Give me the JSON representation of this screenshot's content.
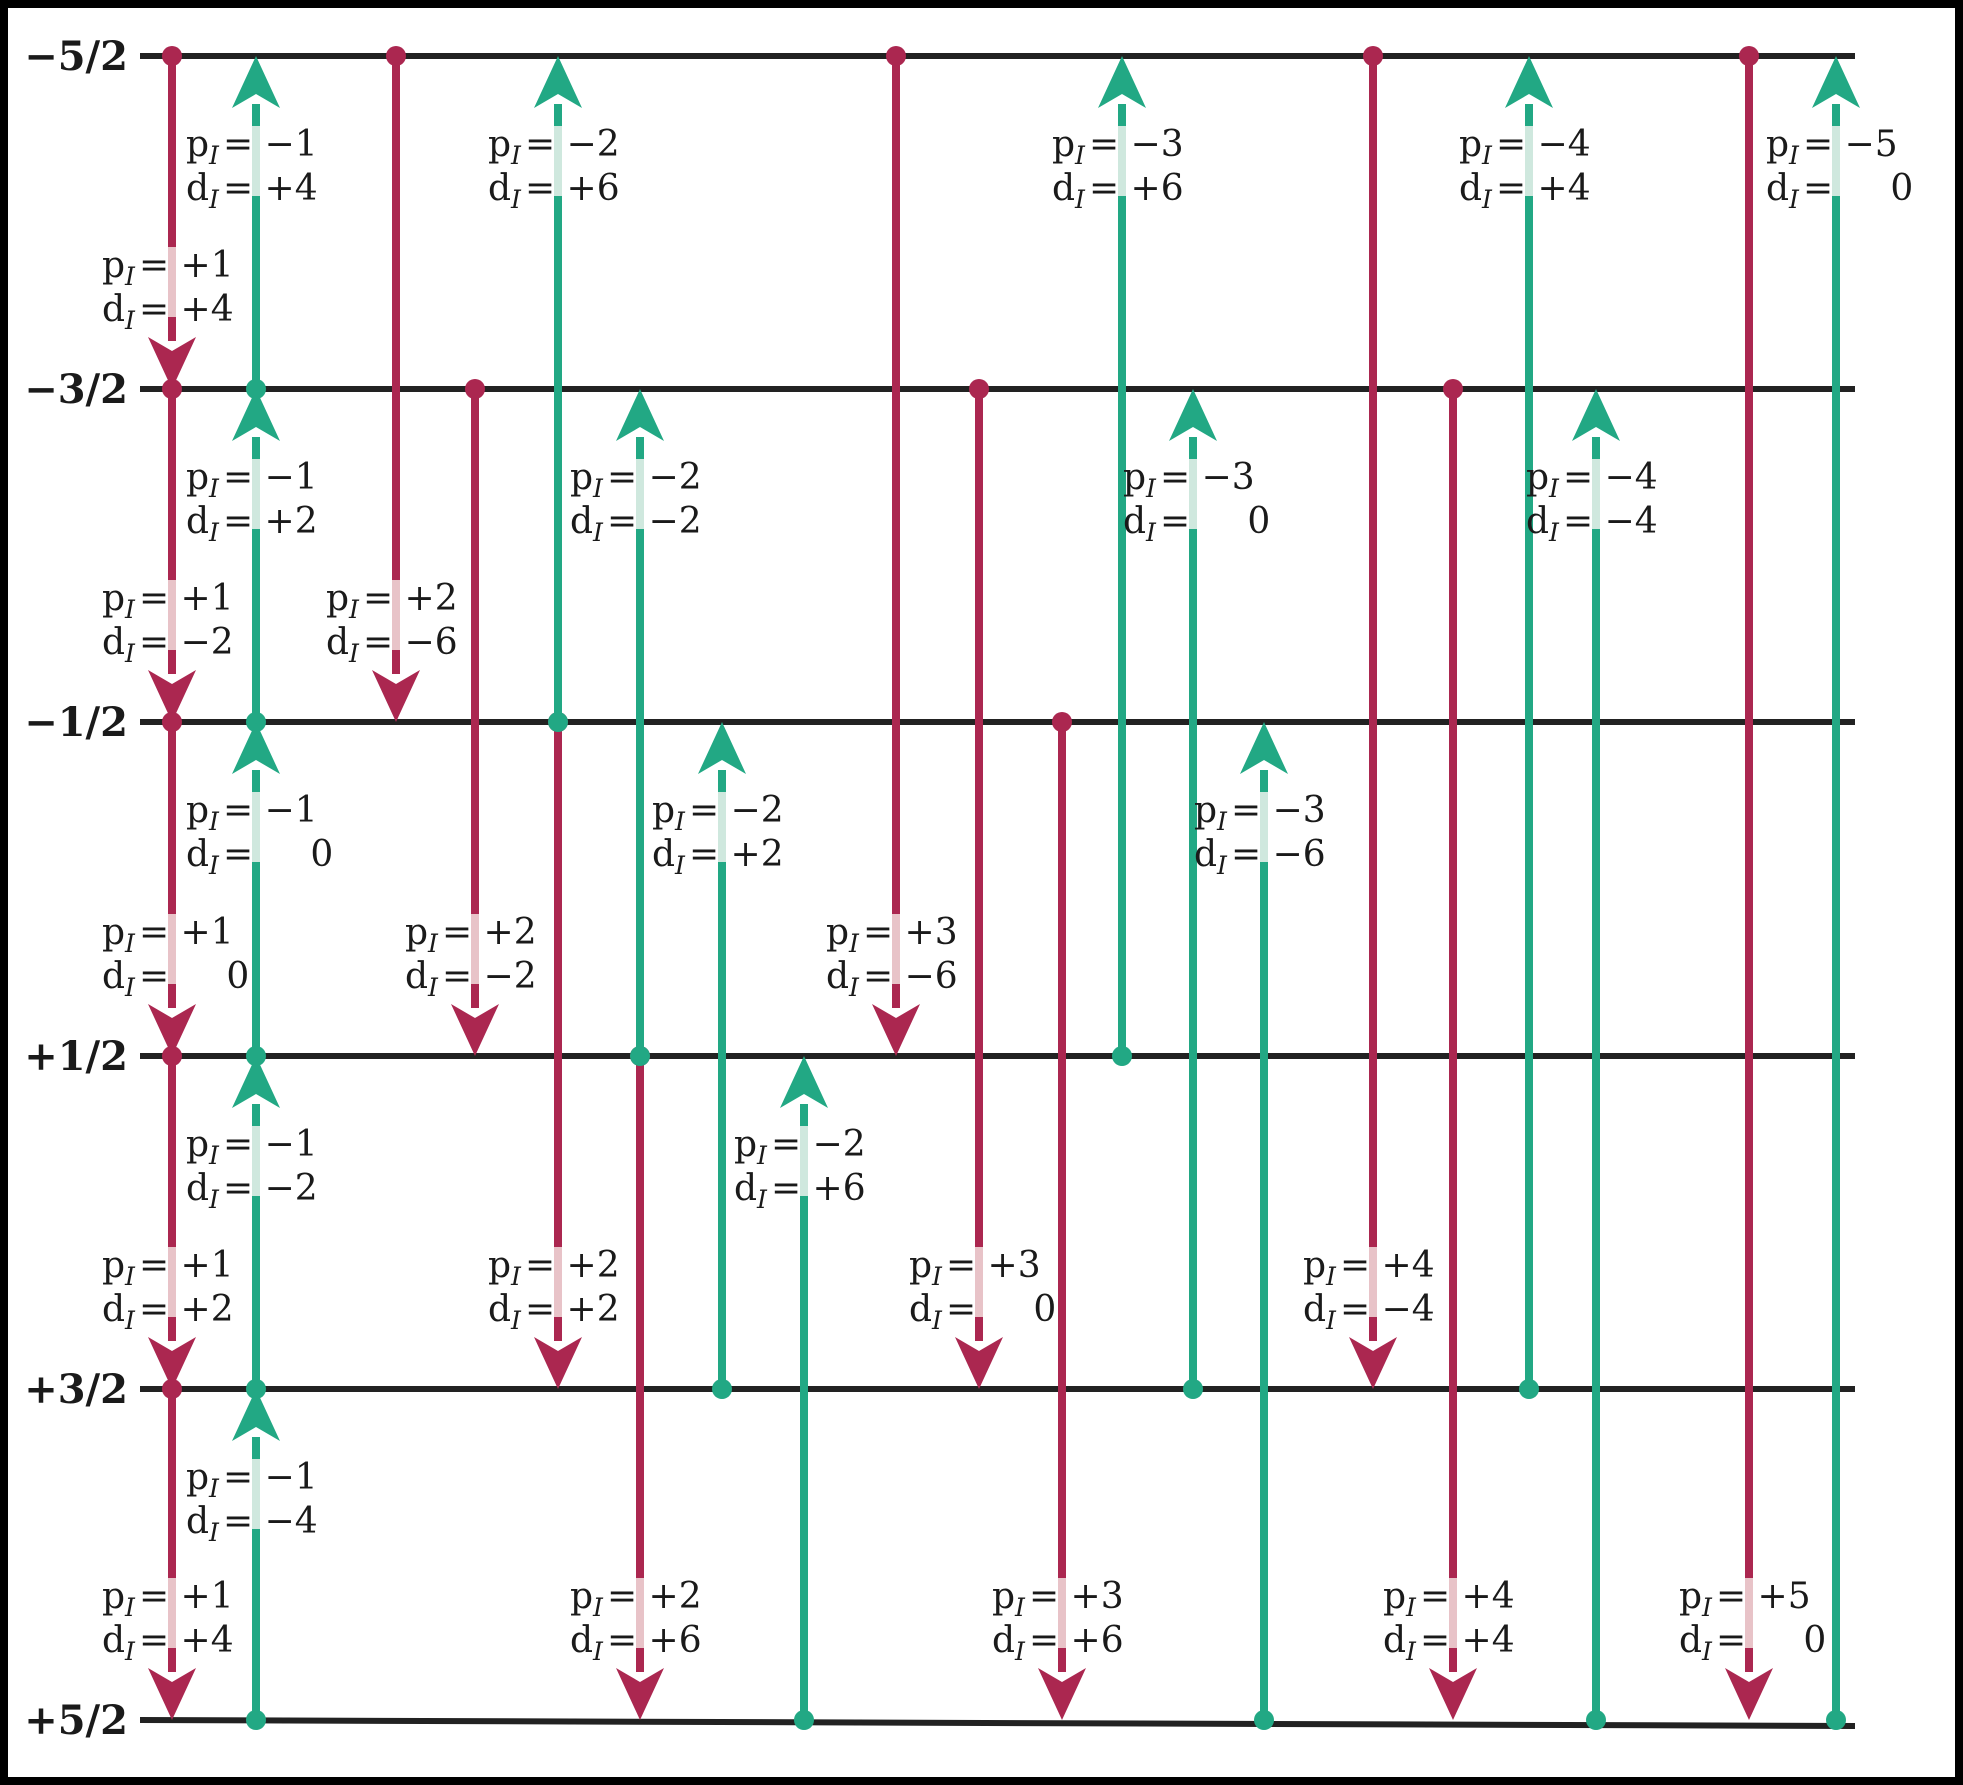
{
  "colors": {
    "down": "#ab2750",
    "up": "#22a884",
    "down_mask": "#e8c3c8",
    "up_mask": "#cfe8de",
    "level_line": "#222222",
    "frame": "#000000"
  },
  "levels": [
    "−5/2",
    "−3/2",
    "−1/2",
    "+1/2",
    "+3/2",
    "+5/2"
  ],
  "transitions": [
    {
      "dir": "down",
      "from": 0,
      "to": 1,
      "p": "+1",
      "d": "+4"
    },
    {
      "dir": "down",
      "from": 1,
      "to": 2,
      "p": "+1",
      "d": "−2"
    },
    {
      "dir": "down",
      "from": 2,
      "to": 3,
      "p": "+1",
      "d": "0"
    },
    {
      "dir": "down",
      "from": 3,
      "to": 4,
      "p": "+1",
      "d": "+2"
    },
    {
      "dir": "down",
      "from": 4,
      "to": 5,
      "p": "+1",
      "d": "+4"
    },
    {
      "dir": "up",
      "from": 1,
      "to": 0,
      "p": "−1",
      "d": "+4"
    },
    {
      "dir": "up",
      "from": 2,
      "to": 1,
      "p": "−1",
      "d": "+2"
    },
    {
      "dir": "up",
      "from": 3,
      "to": 2,
      "p": "−1",
      "d": "0"
    },
    {
      "dir": "up",
      "from": 4,
      "to": 3,
      "p": "−1",
      "d": "−2"
    },
    {
      "dir": "up",
      "from": 5,
      "to": 4,
      "p": "−1",
      "d": "−4"
    },
    {
      "dir": "down",
      "from": 0,
      "to": 2,
      "p": "+2",
      "d": "−6"
    },
    {
      "dir": "down",
      "from": 1,
      "to": 3,
      "p": "+2",
      "d": "−2"
    },
    {
      "dir": "down",
      "from": 2,
      "to": 4,
      "p": "+2",
      "d": "+2"
    },
    {
      "dir": "down",
      "from": 3,
      "to": 5,
      "p": "+2",
      "d": "+6"
    },
    {
      "dir": "up",
      "from": 2,
      "to": 0,
      "p": "−2",
      "d": "+6"
    },
    {
      "dir": "up",
      "from": 3,
      "to": 1,
      "p": "−2",
      "d": "−2"
    },
    {
      "dir": "up",
      "from": 4,
      "to": 2,
      "p": "−2",
      "d": "+2"
    },
    {
      "dir": "up",
      "from": 5,
      "to": 3,
      "p": "−2",
      "d": "+6"
    },
    {
      "dir": "down",
      "from": 0,
      "to": 3,
      "p": "+3",
      "d": "−6"
    },
    {
      "dir": "down",
      "from": 1,
      "to": 4,
      "p": "+3",
      "d": "0"
    },
    {
      "dir": "down",
      "from": 2,
      "to": 5,
      "p": "+3",
      "d": "+6"
    },
    {
      "dir": "up",
      "from": 3,
      "to": 0,
      "p": "−3",
      "d": "+6"
    },
    {
      "dir": "up",
      "from": 4,
      "to": 1,
      "p": "−3",
      "d": "0"
    },
    {
      "dir": "up",
      "from": 5,
      "to": 2,
      "p": "−3",
      "d": "−6"
    },
    {
      "dir": "down",
      "from": 0,
      "to": 4,
      "p": "+4",
      "d": "−4"
    },
    {
      "dir": "down",
      "from": 1,
      "to": 5,
      "p": "+4",
      "d": "+4"
    },
    {
      "dir": "up",
      "from": 4,
      "to": 0,
      "p": "−4",
      "d": "+4"
    },
    {
      "dir": "up",
      "from": 5,
      "to": 1,
      "p": "−4",
      "d": "−4"
    },
    {
      "dir": "down",
      "from": 0,
      "to": 5,
      "p": "+5",
      "d": "0"
    },
    {
      "dir": "up",
      "from": 5,
      "to": 0,
      "p": "−5",
      "d": "0"
    }
  ]
}
